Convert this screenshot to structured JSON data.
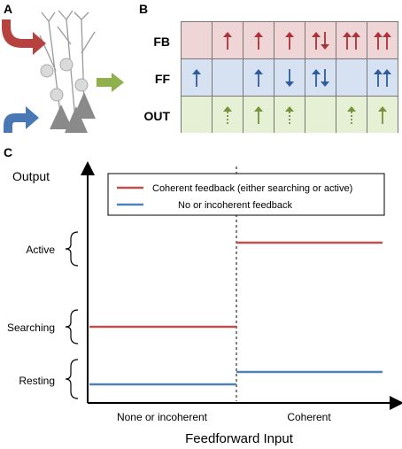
{
  "panels": {
    "a": "A",
    "b": "B",
    "c": "C"
  },
  "table": {
    "rows": [
      {
        "label": "FB",
        "cells": [
          "",
          "up",
          "up",
          "up",
          "updown",
          "upup",
          "upup"
        ]
      },
      {
        "label": "FF",
        "cells": [
          "up",
          "",
          "up",
          "down",
          "updown",
          "",
          "upup"
        ]
      },
      {
        "label": "OUT",
        "cells": [
          "",
          "dotup",
          "up",
          "dotup",
          "",
          "dotup",
          "up"
        ]
      }
    ],
    "colors": {
      "fb_bg": "#f0d5d6",
      "fb_arrow": "#a83338",
      "ff_bg": "#d6e1f1",
      "ff_arrow": "#2f5d9c",
      "out_bg": "#e6f0d4",
      "out_arrow": "#76923c"
    }
  },
  "plot": {
    "y_title": "Output",
    "x_title": "Feedforward Input",
    "x_categories": [
      "None or incoherent",
      "Coherent"
    ],
    "y_levels": [
      "Active",
      "Searching",
      "Resting"
    ],
    "legend": [
      {
        "text": "Coherent feedback (either searching or active)",
        "color": "#c0504d"
      },
      {
        "text": "No or incoherent feedback",
        "color": "#4f81bd"
      }
    ]
  }
}
